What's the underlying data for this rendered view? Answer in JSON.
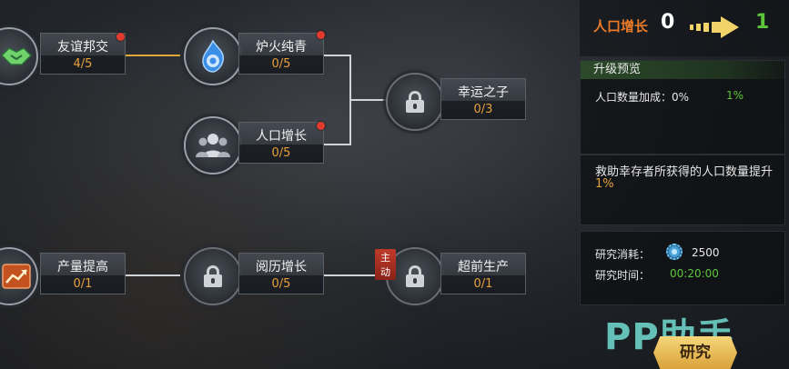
{
  "tree": {
    "nodes": [
      {
        "id": "diplomacy",
        "name": "友谊邦交",
        "progress": "4/5",
        "icon": "handshake-icon",
        "locked": false,
        "red_dot": true
      },
      {
        "id": "fire",
        "name": "炉火纯青",
        "progress": "0/5",
        "icon": "flame-icon",
        "locked": false,
        "red_dot": true
      },
      {
        "id": "luck",
        "name": "幸运之子",
        "progress": "0/3",
        "icon": "lock-icon",
        "locked": true,
        "red_dot": false
      },
      {
        "id": "population",
        "name": "人口增长",
        "progress": "0/5",
        "icon": "people-icon",
        "locked": false,
        "red_dot": true
      },
      {
        "id": "yield",
        "name": "产量提高",
        "progress": "0/1",
        "icon": "chart-up-icon",
        "locked": false,
        "red_dot": false
      },
      {
        "id": "experience",
        "name": "阅历增长",
        "progress": "0/5",
        "icon": "lock-icon",
        "locked": true,
        "red_dot": false
      },
      {
        "id": "early",
        "name": "超前生产",
        "progress": "0/1",
        "icon": "lock-icon",
        "locked": true,
        "red_dot": false,
        "tag": "主动"
      }
    ]
  },
  "panel": {
    "title": "人口增长",
    "level_from": "0",
    "level_to": "1",
    "preview_header": "升级预览",
    "stat_label": "人口数量加成：0%",
    "stat_next": "1%",
    "desc_main": "救助幸存者所获得的人口数量提升",
    "desc_value": "1%",
    "cost_label": "研究消耗：",
    "cost_value": "2500",
    "time_label": "研究时间：",
    "time_value": "00:20:00",
    "research_button": "研究"
  },
  "watermark": "PP助手",
  "colors": {
    "accent_orange": "#e87a2a",
    "accent_green": "#5cc63a",
    "progress": "#e8a03a",
    "red_dot": "#e23b2e",
    "gold_line": "#e0a63a"
  }
}
